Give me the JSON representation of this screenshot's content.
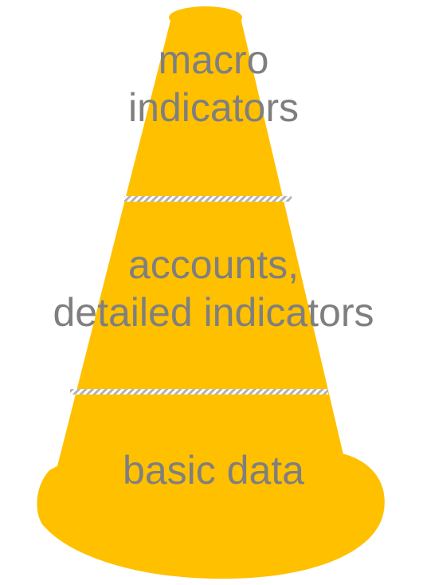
{
  "diagram": {
    "layers": [
      {
        "id": "top",
        "lines": [
          "macro",
          "indicators"
        ]
      },
      {
        "id": "middle",
        "lines": [
          "accounts,",
          "detailed indicators"
        ]
      },
      {
        "id": "bottom",
        "lines": [
          "basic data"
        ]
      }
    ]
  },
  "colors": {
    "cone_fill": "#ffc000",
    "text": "#7f7f7f",
    "divider_light": "#ffffff",
    "divider_dark": "#b3b3b3"
  }
}
